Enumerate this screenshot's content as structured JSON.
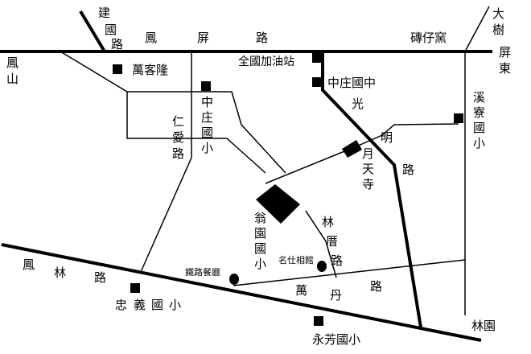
{
  "colors": {
    "background": "#ffffff",
    "ink": "#000000"
  },
  "road_labels": {
    "jianguo_road": "建國路",
    "fengping_road": "鳳屏路",
    "zhuanzaiyao": "磚仔窯",
    "dashu": "大樹",
    "pingdong": "屏東",
    "fengshan": "鳳山",
    "renai_road": "仁愛路",
    "guangming_road": "光明路",
    "linceng_road": "林厝路",
    "fenglin_road": "鳳林路",
    "wandan_road": "萬丹路",
    "linyuan": "林園"
  },
  "landmarks": {
    "wankelong": "萬客隆",
    "gas_station": "全國加油站",
    "zhongzhuang_junior_high": "中庄國中",
    "zhongzhuang_elementary": "中庄國小",
    "xiliao_elementary": "溪寮國小",
    "yuetian_temple": "月天寺",
    "wengyuan_elementary": "翁園國小",
    "railway_restaurant": "鐵路餐廳",
    "mingshi_xiangguan": "名仕相館",
    "zhongyi_elementary": "忠義國小",
    "yongfang_elementary": "永芳國小"
  }
}
